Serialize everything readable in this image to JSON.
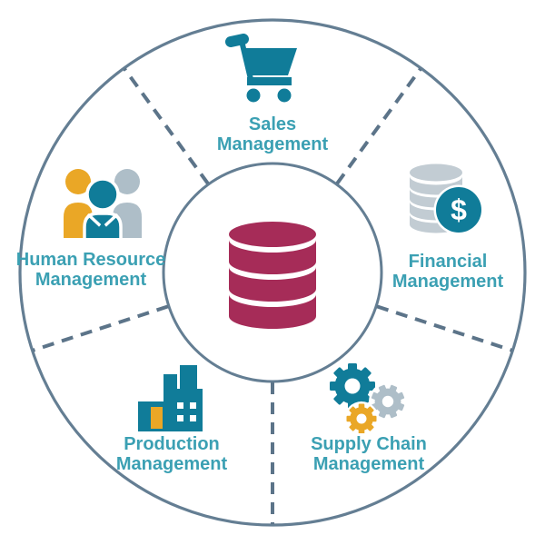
{
  "diagram": {
    "center": {
      "icon": "database-icon"
    },
    "segments": [
      {
        "name": "sales",
        "position": "top",
        "icon": "shopping-cart-icon",
        "line1": "Sales",
        "line2": "Management"
      },
      {
        "name": "financial",
        "position": "right",
        "icon": "coin-stack-dollar-icon",
        "line1": "Financial",
        "line2": "Management"
      },
      {
        "name": "supply-chain",
        "position": "bottom-right",
        "icon": "gears-icon",
        "line1": "Supply Chain",
        "line2": "Management"
      },
      {
        "name": "production",
        "position": "bottom-left",
        "icon": "factory-icon",
        "line1": "Production",
        "line2": "Management"
      },
      {
        "name": "human-resource",
        "position": "left",
        "icon": "people-group-icon",
        "line1": "Human Resource",
        "line2": "Management"
      }
    ],
    "dollar_glyph": "$",
    "colors": {
      "background": "#FFFFFF",
      "ring_stroke": "#647E93",
      "divider_dash": "#5C7489",
      "teal_icon": "#107C99",
      "teal_text": "#3BA0B3",
      "maroon_database": "#A62C58",
      "orange_accent": "#EAA726",
      "gray_blue": "#AEBEC8",
      "coin_gray": "#C2CCD3"
    }
  }
}
